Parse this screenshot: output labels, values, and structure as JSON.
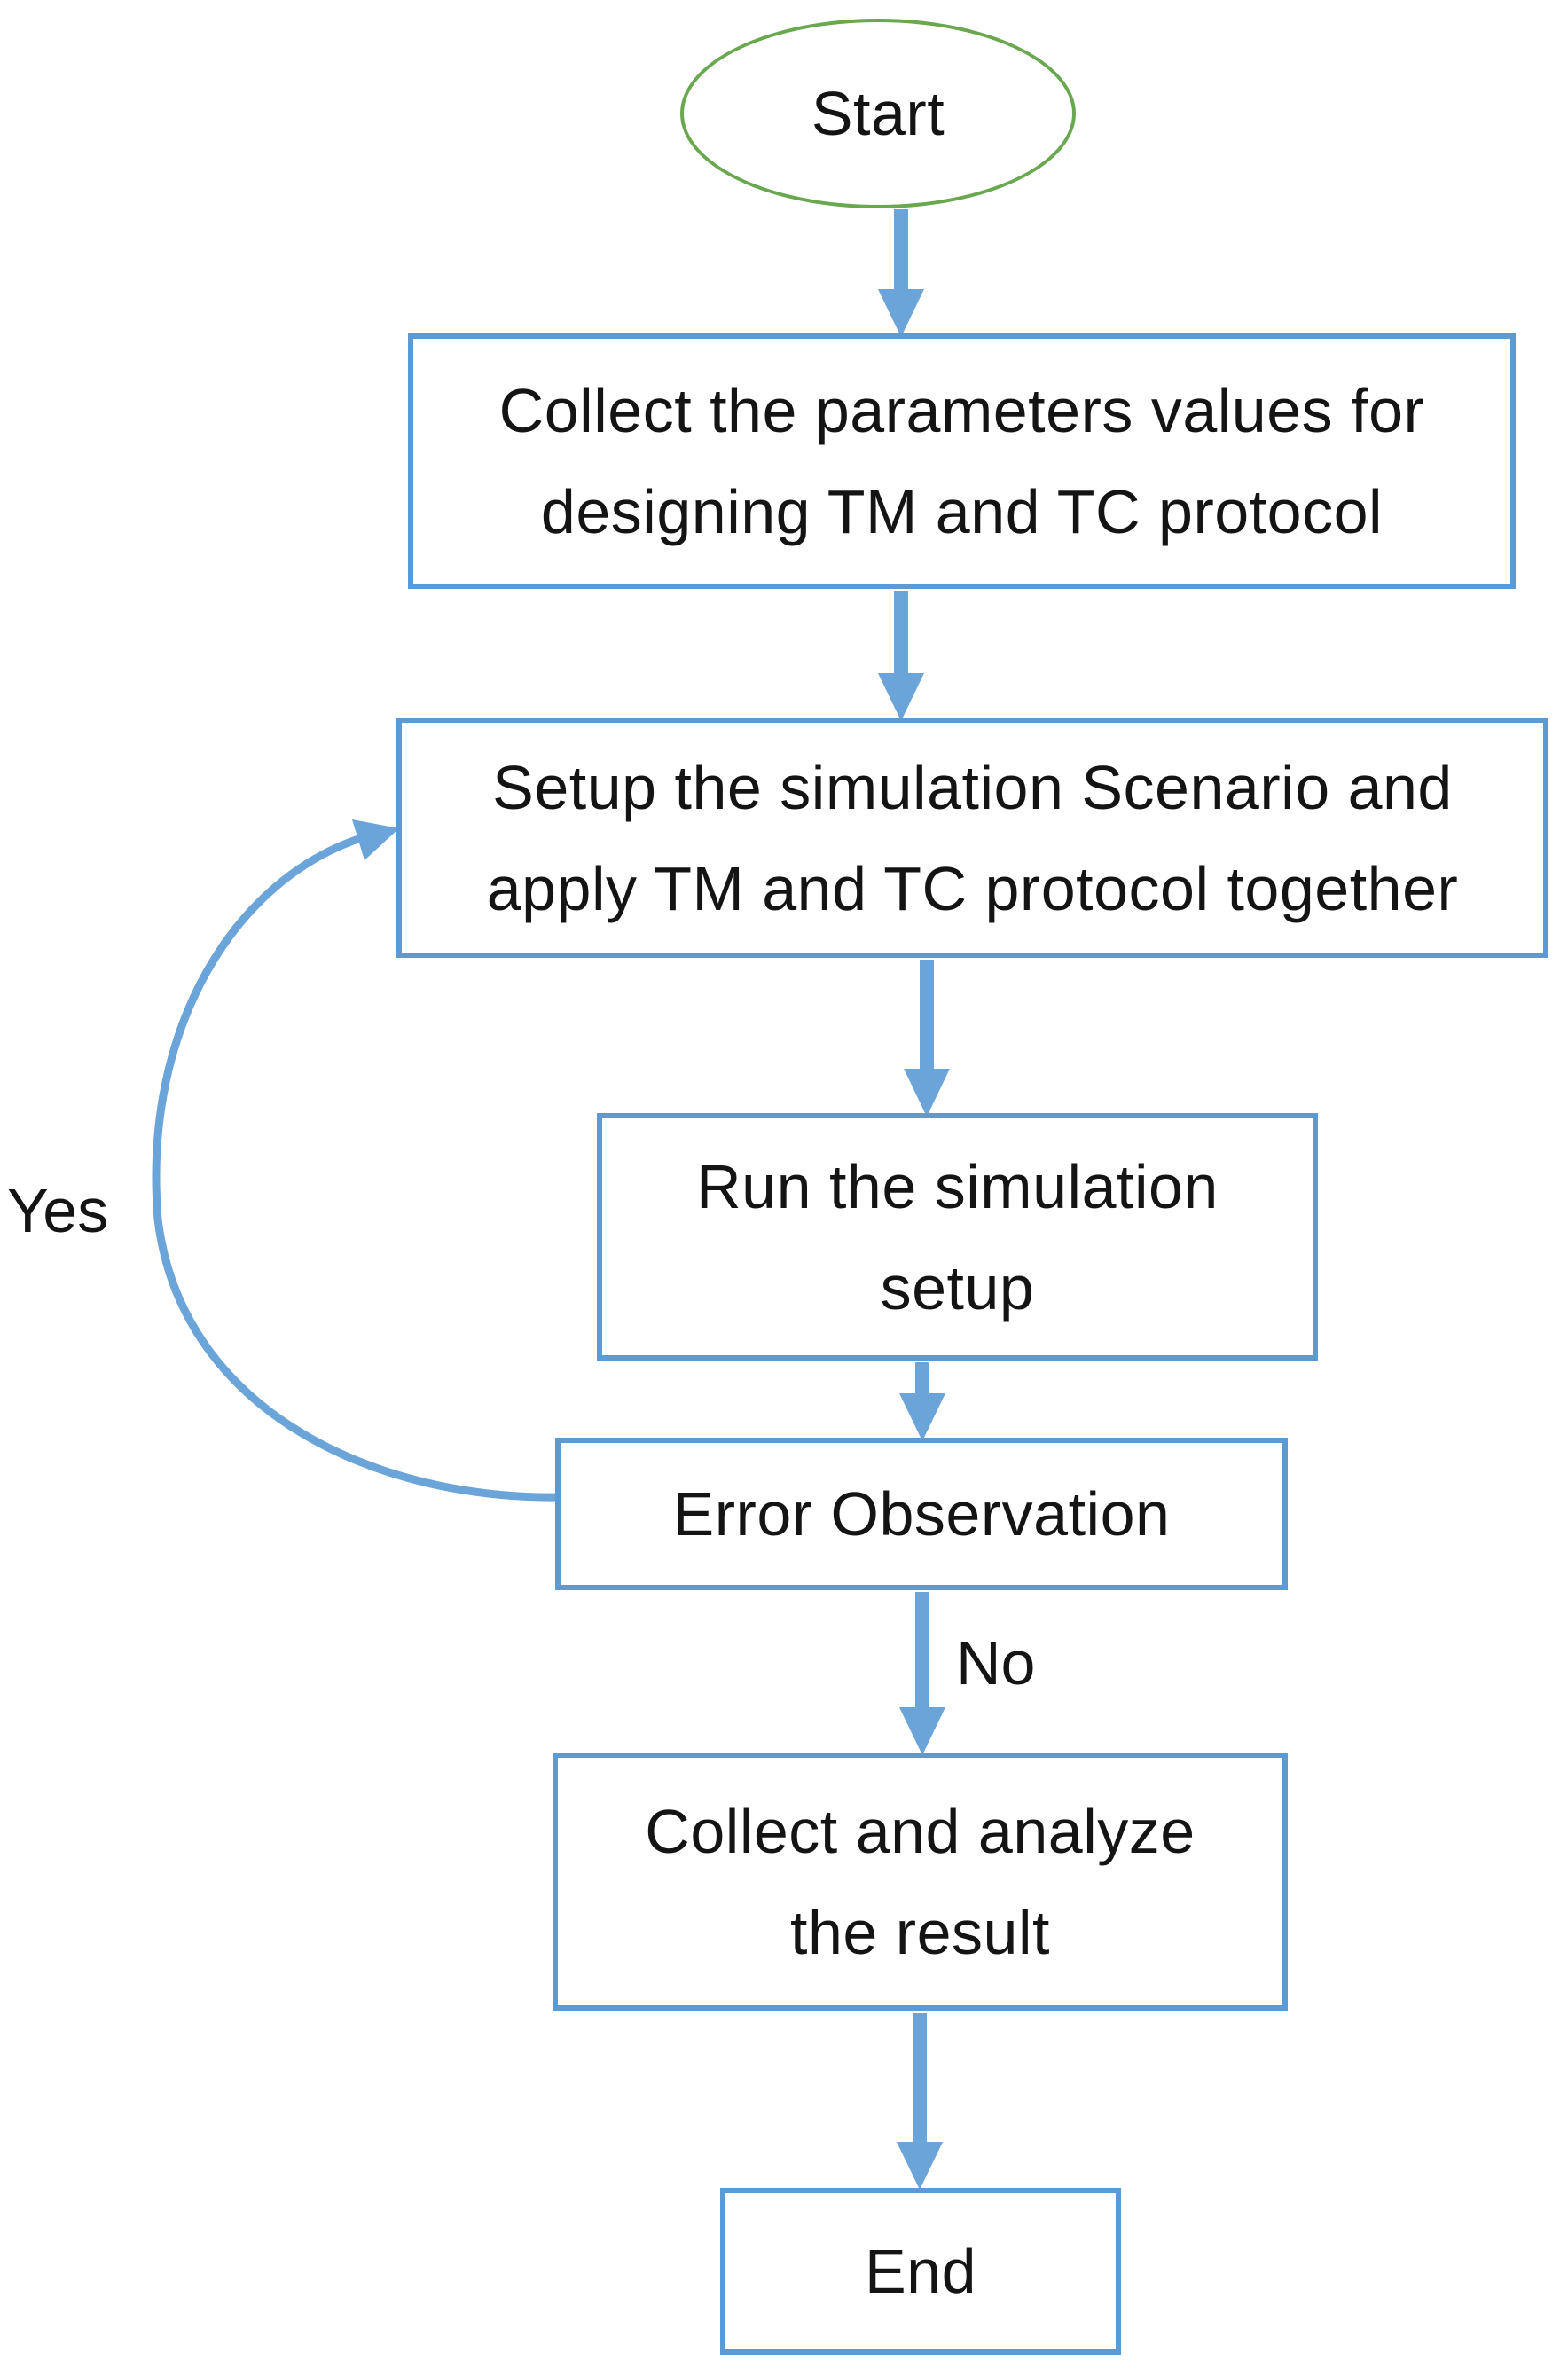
{
  "diagram": {
    "colors": {
      "node_border_blue": "#5b9bd5",
      "arrow_blue": "#6aa4d9",
      "start_border_green": "#6aa84f",
      "text": "#141414",
      "background": "#ffffff"
    },
    "nodes": {
      "start": {
        "label": "Start"
      },
      "collect_params": {
        "lines": [
          "Collect the parameters values for",
          "designing TM and TC protocol"
        ]
      },
      "setup_sim": {
        "lines": [
          "Setup the simulation Scenario and",
          "apply TM and TC protocol together"
        ]
      },
      "run_sim": {
        "lines": [
          "Run the simulation",
          "setup"
        ]
      },
      "error_obs": {
        "label": "Error Observation"
      },
      "collect_result": {
        "lines": [
          "Collect and analyze",
          "the result"
        ]
      },
      "end": {
        "label": "End"
      }
    },
    "edge_labels": {
      "yes": "Yes",
      "no": "No"
    }
  }
}
